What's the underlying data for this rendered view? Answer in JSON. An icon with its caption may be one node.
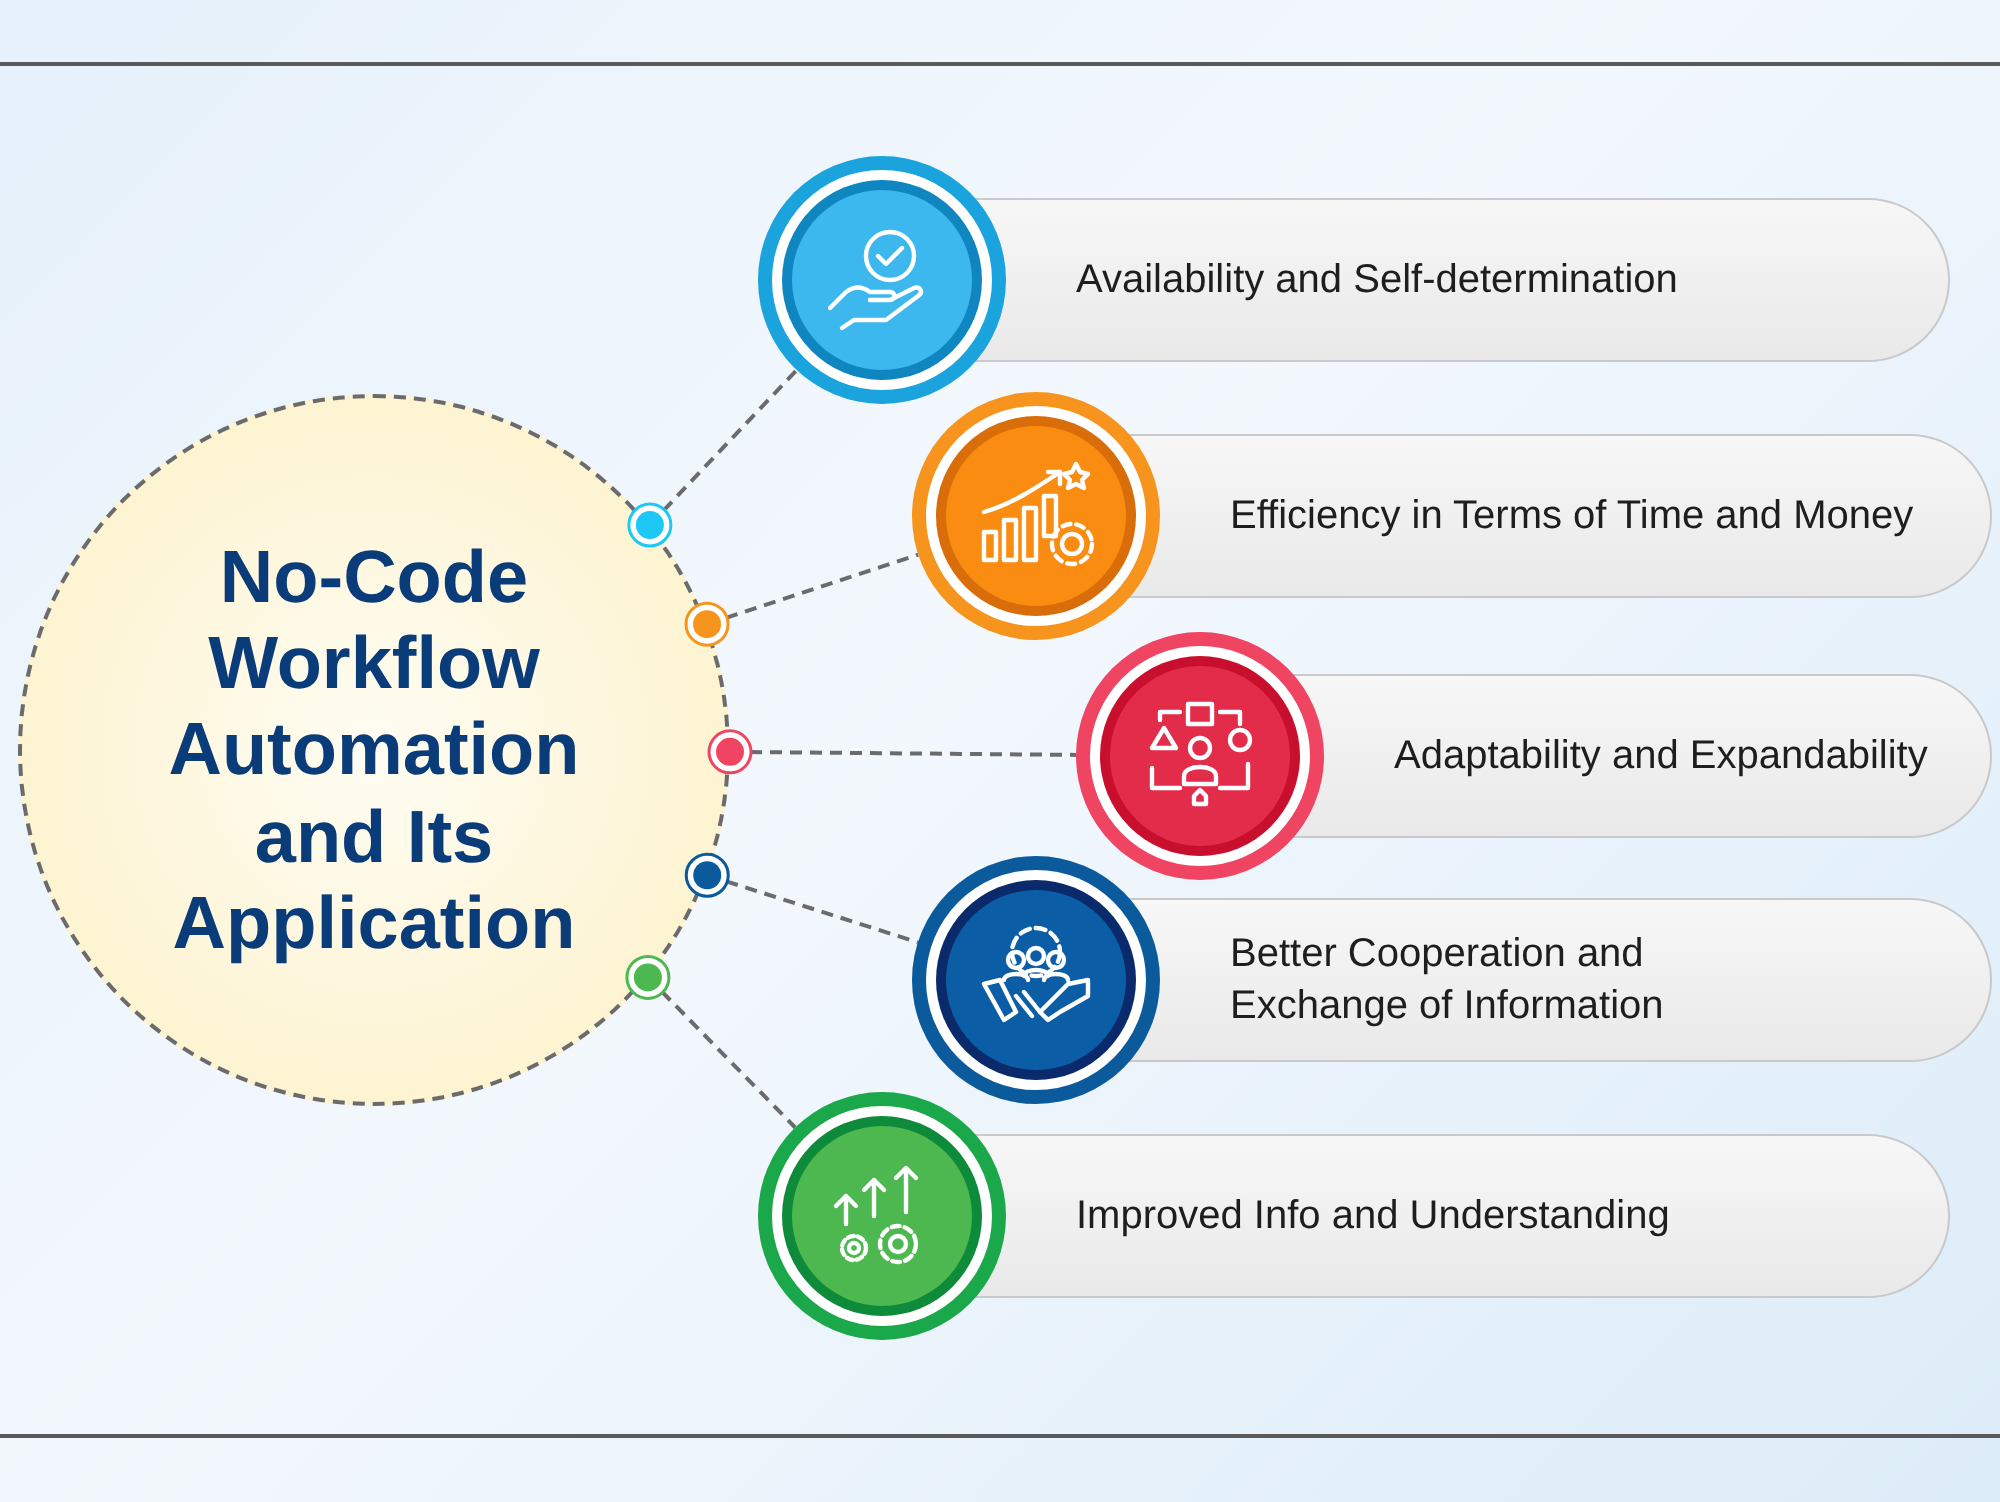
{
  "diagram": {
    "nodes": [
      {
        "text": [
          "No-Code Workflow Automation and Its Application"
        ]
      },
      {
        "text": [
          "Availability and Self-determination"
        ]
      },
      {
        "text": [
          "Efficiency in Terms of Time and Money"
        ]
      },
      {
        "text": [
          "Adaptability and Expandability"
        ]
      },
      {
        "text": [
          "Better Cooperation and Exchange of Information"
        ]
      },
      {
        "text": [
          "Improved Info and Understanding"
        ]
      }
    ],
    "edges": [
      {
        "from": 0,
        "to": 1,
        "arrow": "other",
        "style": "dashed"
      },
      {
        "from": 0,
        "to": 2,
        "arrow": "other",
        "style": "dashed"
      },
      {
        "from": 0,
        "to": 3,
        "arrow": "other",
        "style": "dashed"
      },
      {
        "from": 0,
        "to": 4,
        "arrow": "other",
        "style": "dashed"
      },
      {
        "from": 0,
        "to": 5,
        "arrow": "other",
        "style": "dashed"
      }
    ]
  }
}
